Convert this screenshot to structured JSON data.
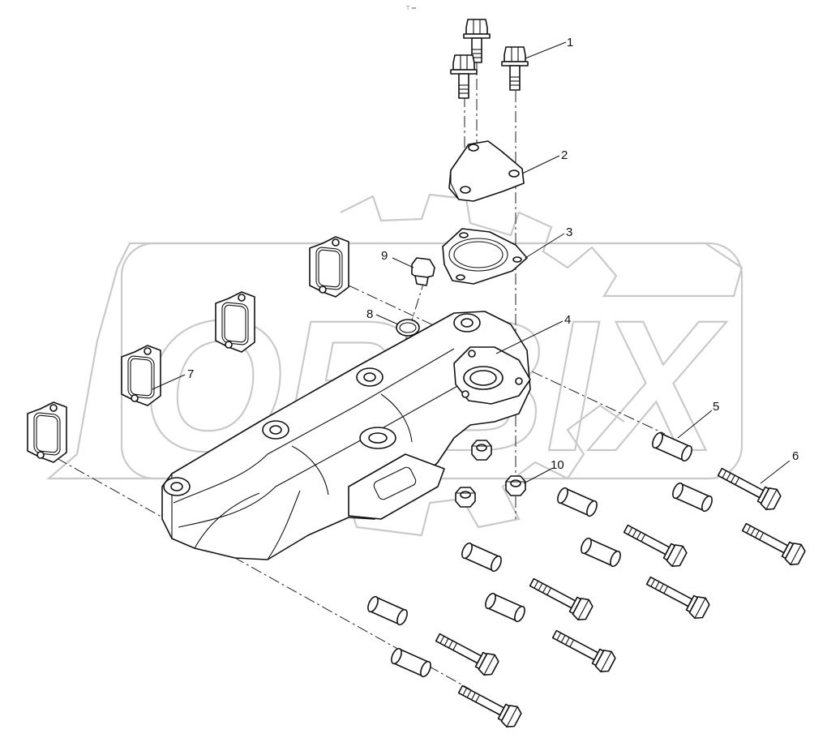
{
  "watermark": {
    "text": "ORBIX"
  },
  "header_mark": "⊤ ═",
  "callouts": [
    {
      "id": "1",
      "label": "1"
    },
    {
      "id": "2",
      "label": "2"
    },
    {
      "id": "3",
      "label": "3"
    },
    {
      "id": "4",
      "label": "4"
    },
    {
      "id": "5",
      "label": "5"
    },
    {
      "id": "6",
      "label": "6"
    },
    {
      "id": "7",
      "label": "7"
    },
    {
      "id": "8",
      "label": "8"
    },
    {
      "id": "9",
      "label": "9"
    },
    {
      "id": "10",
      "label": "10"
    }
  ],
  "parts": {
    "bolt": "flange-bolt",
    "cover_plate": "three-hole-cover-plate",
    "flange_gasket": "three-hole-gasket",
    "manifold": "exhaust-manifold",
    "spacer": "spacer-sleeve",
    "long_bolt": "manifold-bolt",
    "port_gasket": "port-gasket",
    "seal_ring": "seal-ring",
    "plug": "screw-plug",
    "nut": "hex-nut"
  }
}
